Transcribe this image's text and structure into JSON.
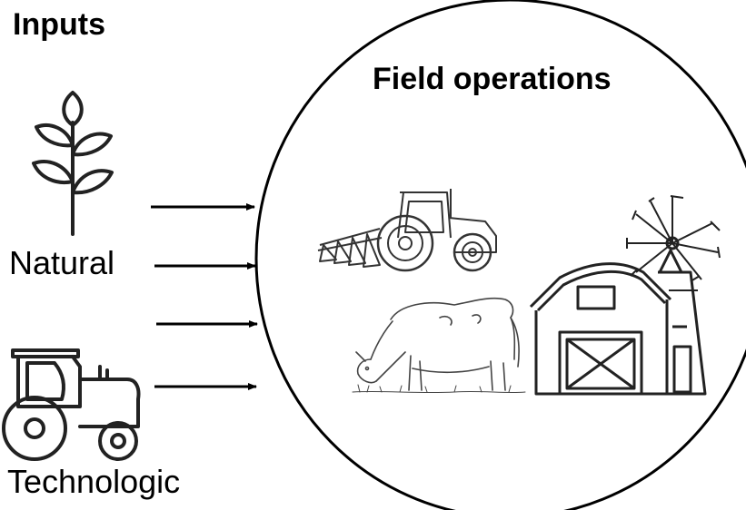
{
  "inputs_title": "Inputs",
  "field_title": "Field operations",
  "input_labels": {
    "natural": "Natural",
    "technologic": "Technologic"
  },
  "icons": {
    "natural": "plant-sprout-icon",
    "technologic": "tractor-icon",
    "field": [
      "plow-tractor-icon",
      "grazing-cow-icon",
      "barn-windmill-icon"
    ]
  },
  "arrow_count": 4,
  "colors": {
    "stroke": "#000000",
    "sketch": "#333333",
    "background": "#ffffff"
  }
}
